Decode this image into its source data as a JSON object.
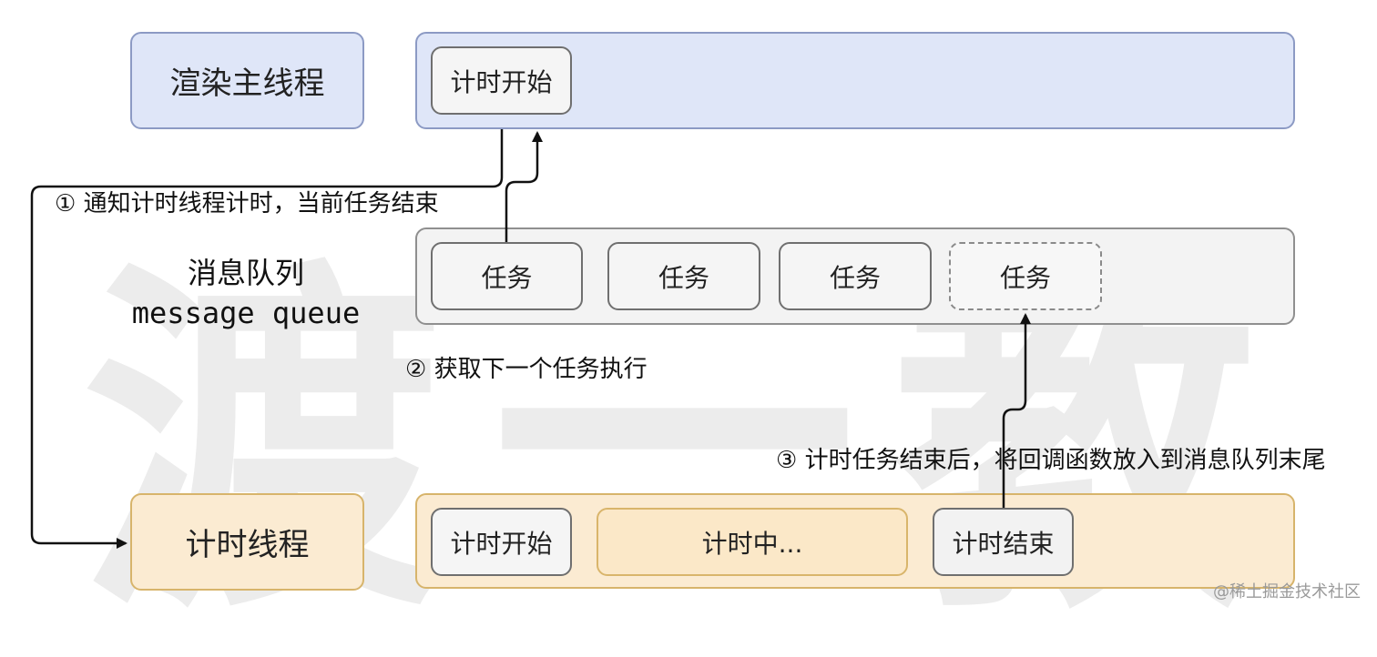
{
  "watermark": {
    "char1": "渡",
    "char2": "一",
    "char3": "教"
  },
  "lanes": {
    "render_thread": {
      "label": "渲染主线程",
      "task": "计时开始"
    },
    "message_queue": {
      "label_zh": "消息队列",
      "label_en": "message queue",
      "tasks": [
        "任务",
        "任务",
        "任务",
        "任务"
      ]
    },
    "timer_thread": {
      "label": "计时线程",
      "tasks": [
        "计时开始",
        "计时中...",
        "计时结束"
      ]
    }
  },
  "annotations": {
    "step1": "① 通知计时线程计时，当前任务结束",
    "step2": "② 获取下一个任务执行",
    "step3": "③ 计时任务结束后，将回调函数放入到消息队列末尾"
  },
  "footer": "@稀土掘金技术社区",
  "colors": {
    "render_lane": "#dfe6f8",
    "queue_lane": "#f3f3f3",
    "timer_lane": "#fbebd2"
  }
}
